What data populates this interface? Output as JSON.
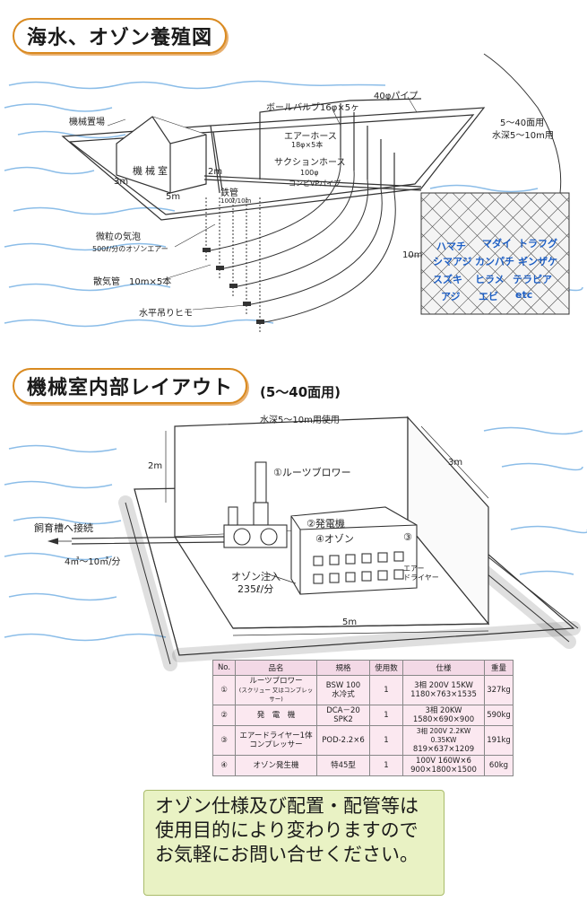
{
  "section1": {
    "title": "海水、オゾン養殖図",
    "labels": {
      "ball_valve": "ボールバルブ16φ×5ヶ",
      "pipe40": "40φパイプ",
      "machine_area": "機械置場",
      "air_hose": "エアーホース",
      "air_hose_spec": "18φ×5本",
      "suction_hose": "サクションホース",
      "suction_size": "100φ",
      "vp_pipe": "コンビVPパイプ",
      "machine_room": "機械室",
      "dim_3m": "3m",
      "dim_5m": "5m",
      "dim_2m": "2m",
      "steel_pipe": "鉄管",
      "steel_pipe_size": "100ℓ/10m",
      "fine_bubbles": "微粒の気泡",
      "ozone_air": "500ℓ/分のオゾンエアー",
      "diffuser": "散気管　10m×5本",
      "hanging_rope": "水平吊りヒモ",
      "depth_10m": "10m",
      "area_note1": "5～40面用",
      "area_note2": "水深5～10m用"
    },
    "fish": [
      "ハマチ",
      "マダイ",
      "トラフグ",
      "シマアジ",
      "カンパチ",
      "ギンザケ",
      "スズキ",
      "ヒラメ",
      "テラピア",
      "アジ",
      "エビ",
      "etc"
    ]
  },
  "section2": {
    "title": "機械室内部レイアウト",
    "subtitle": "(5～40面用)",
    "labels": {
      "depth_use": "水深5～10m用使用",
      "dim_3m": "3m",
      "dim_2m": "2m",
      "dim_5m": "5m",
      "roots_blower": "①ルーツブロワー",
      "generator": "②発電機",
      "ozone": "④オゾン",
      "num3": "③",
      "air_dryer1": "エアー",
      "air_dryer2": "ドライヤー",
      "to_tank": "飼育槽へ接続",
      "flow": "4㎥～10㎥/分",
      "ozone_inject1": "オゾン注入",
      "ozone_inject2": "235ℓ/分"
    }
  },
  "table": {
    "headers": [
      "No.",
      "品名",
      "規格",
      "使用数",
      "仕様",
      "重量"
    ],
    "rows": [
      {
        "no": "①",
        "name1": "ルーツブロワー",
        "name2": "(スクリュー 又はコンプレッサー)",
        "spec1": "BSW 100",
        "spec2": "水冷式",
        "qty": "1",
        "detail1": "3相 200V 15KW",
        "detail2": "1180×763×1535",
        "weight": "327kg"
      },
      {
        "no": "②",
        "name1": "発　電　機",
        "name2": "",
        "spec1": "DCA－20",
        "spec2": "SPK2",
        "qty": "1",
        "detail1": "3相 20KW",
        "detail2": "1580×690×900",
        "weight": "590kg"
      },
      {
        "no": "③",
        "name1": "エアードライヤー1体",
        "name2": "コンプレッサー",
        "spec1": "POD-2.2×6",
        "spec2": "",
        "qty": "1",
        "detail1": "3相 200V 2.2KW 0.35KW",
        "detail2": "819×637×1209",
        "weight": "191kg"
      },
      {
        "no": "④",
        "name1": "オゾン発生機",
        "name2": "",
        "spec1": "特45型",
        "spec2": "",
        "qty": "1",
        "detail1": "100V 160W×6",
        "detail2": "900×1800×1500",
        "weight": "60kg"
      }
    ]
  },
  "note": {
    "text": "オゾン仕様及び配置・配管等は使用目的により変わりますのでお気軽にお問い合せください。"
  }
}
